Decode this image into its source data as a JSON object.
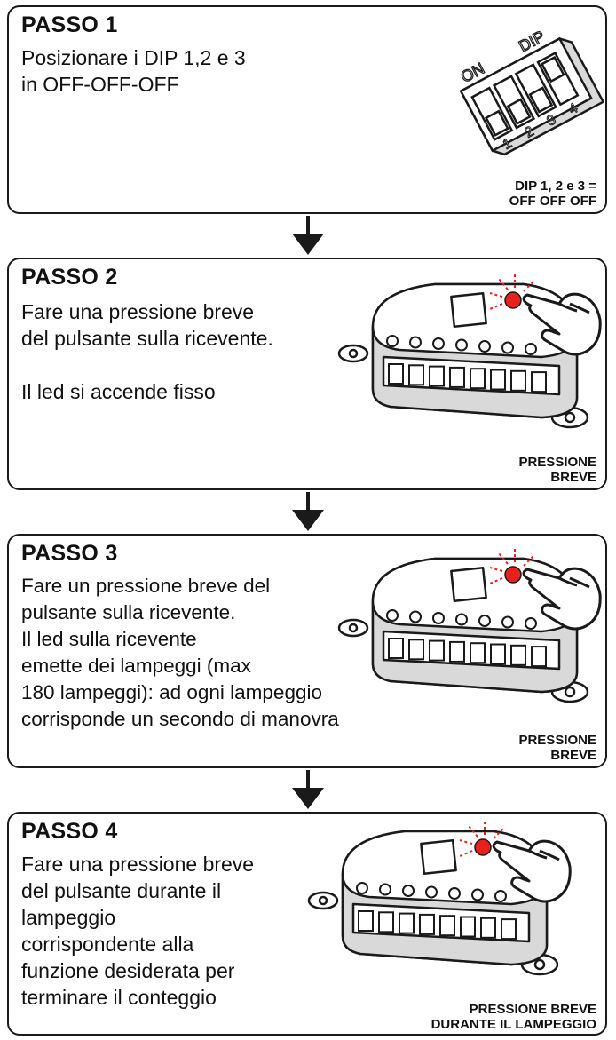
{
  "steps": [
    {
      "title": "PASSO 1",
      "lines": [
        "Posizionare i DIP 1,2 e 3",
        "in OFF-OFF-OFF"
      ],
      "caption": [
        "DIP 1, 2 e 3 =",
        "OFF OFF OFF"
      ],
      "dip": {
        "label_on": "ON",
        "label_dip": "DIP",
        "numbers": [
          "1",
          "2",
          "3",
          "4"
        ]
      }
    },
    {
      "title": "PASSO 2",
      "lines": [
        "Fare una pressione breve",
        "del pulsante sulla ricevente.",
        "",
        "Il led si accende fisso"
      ],
      "caption": [
        "PRESSIONE",
        "BREVE"
      ]
    },
    {
      "title": "PASSO 3",
      "lines": [
        "Fare un pressione breve del",
        "pulsante sulla ricevente.",
        "Il led sulla ricevente",
        "emette dei lampeggi (max",
        "180 lampeggi): ad ogni lampeggio",
        "corrisponde un secondo di manovra"
      ],
      "caption": [
        "PRESSIONE",
        "BREVE"
      ]
    },
    {
      "title": "PASSO 4",
      "lines": [
        "Fare una pressione breve",
        "del pulsante durante il",
        "lampeggio",
        "corrispondente alla",
        "funzione desiderata per",
        "terminare il conteggio"
      ],
      "caption": [
        "PRESSIONE BREVE",
        "DURANTE IL LAMPEGGIO"
      ]
    }
  ],
  "colors": {
    "led": "#e8211c",
    "stroke": "#1a1a1a",
    "body": "#ffffff",
    "shade": "#d9d9d9"
  },
  "icons": [
    "dip-switch-icon",
    "receiver-device-icon",
    "pointing-hand-icon",
    "down-arrow-icon"
  ]
}
